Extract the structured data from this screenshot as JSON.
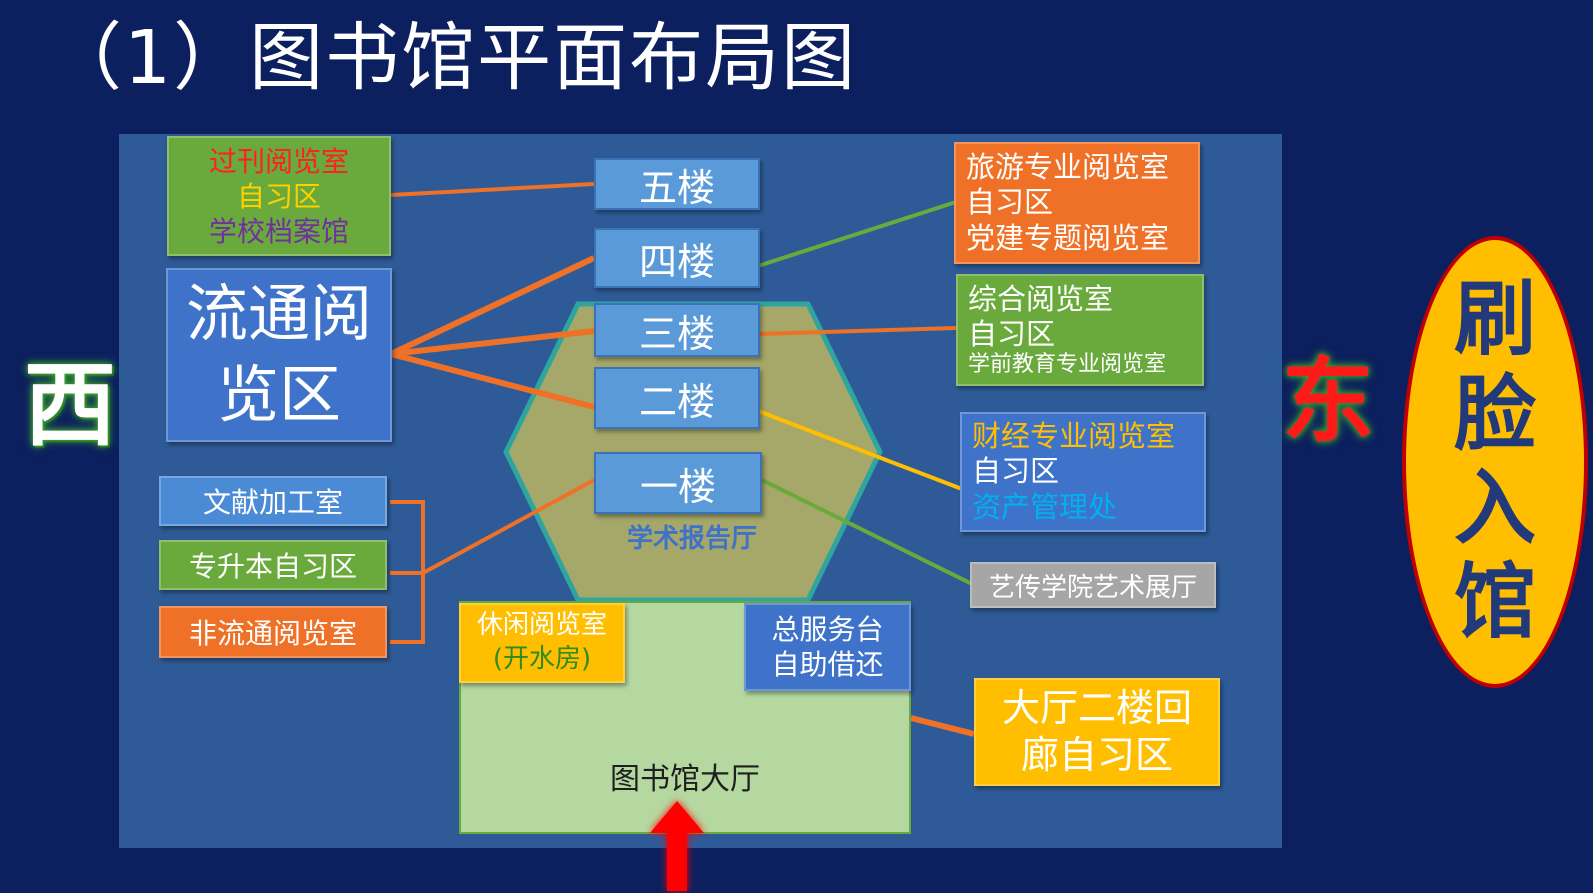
{
  "title": "（1）图书馆平面布局图",
  "directions": {
    "west": "西",
    "east": "东"
  },
  "floors": [
    "五楼",
    "四楼",
    "三楼",
    "二楼",
    "一楼"
  ],
  "auditorium": "学术报告厅",
  "fifth_floor_box": {
    "line1": "过刊阅览室",
    "line2": "自习区",
    "line3": "学校档案馆"
  },
  "circulation_box": {
    "line1": "流通阅",
    "line2": "览区"
  },
  "fourth_floor_box": {
    "line1": "旅游专业阅览室",
    "line2": "自习区",
    "line3": "党建专题阅览室"
  },
  "third_floor_box": {
    "line1": "综合阅览室",
    "line2": "自习区",
    "line3": "学前教育专业阅览室"
  },
  "second_floor_box": {
    "line1": "财经专业阅览室",
    "line2": "自习区",
    "line3": "资产管理处"
  },
  "first_floor_east": "艺传学院艺术展厅",
  "first_floor_west": [
    "文献加工室",
    "专升本自习区",
    "非流通阅览室"
  ],
  "leisure_box": {
    "line1": "休闲阅览室",
    "line2": "(开水房)"
  },
  "service_box": {
    "line1": "总服务台",
    "line2": "自助借还"
  },
  "corridor_box": {
    "line1": "大厅二楼回",
    "line2": "廊自习区"
  },
  "hall_label": "图书馆大厅",
  "face_entry": [
    "刷",
    "脸",
    "入",
    "馆"
  ],
  "colors": {
    "background": "#0c1f5e",
    "panel": "#2e5b97",
    "hexagon": "#a6a86a",
    "entrance_arrow": "#ff0000"
  }
}
